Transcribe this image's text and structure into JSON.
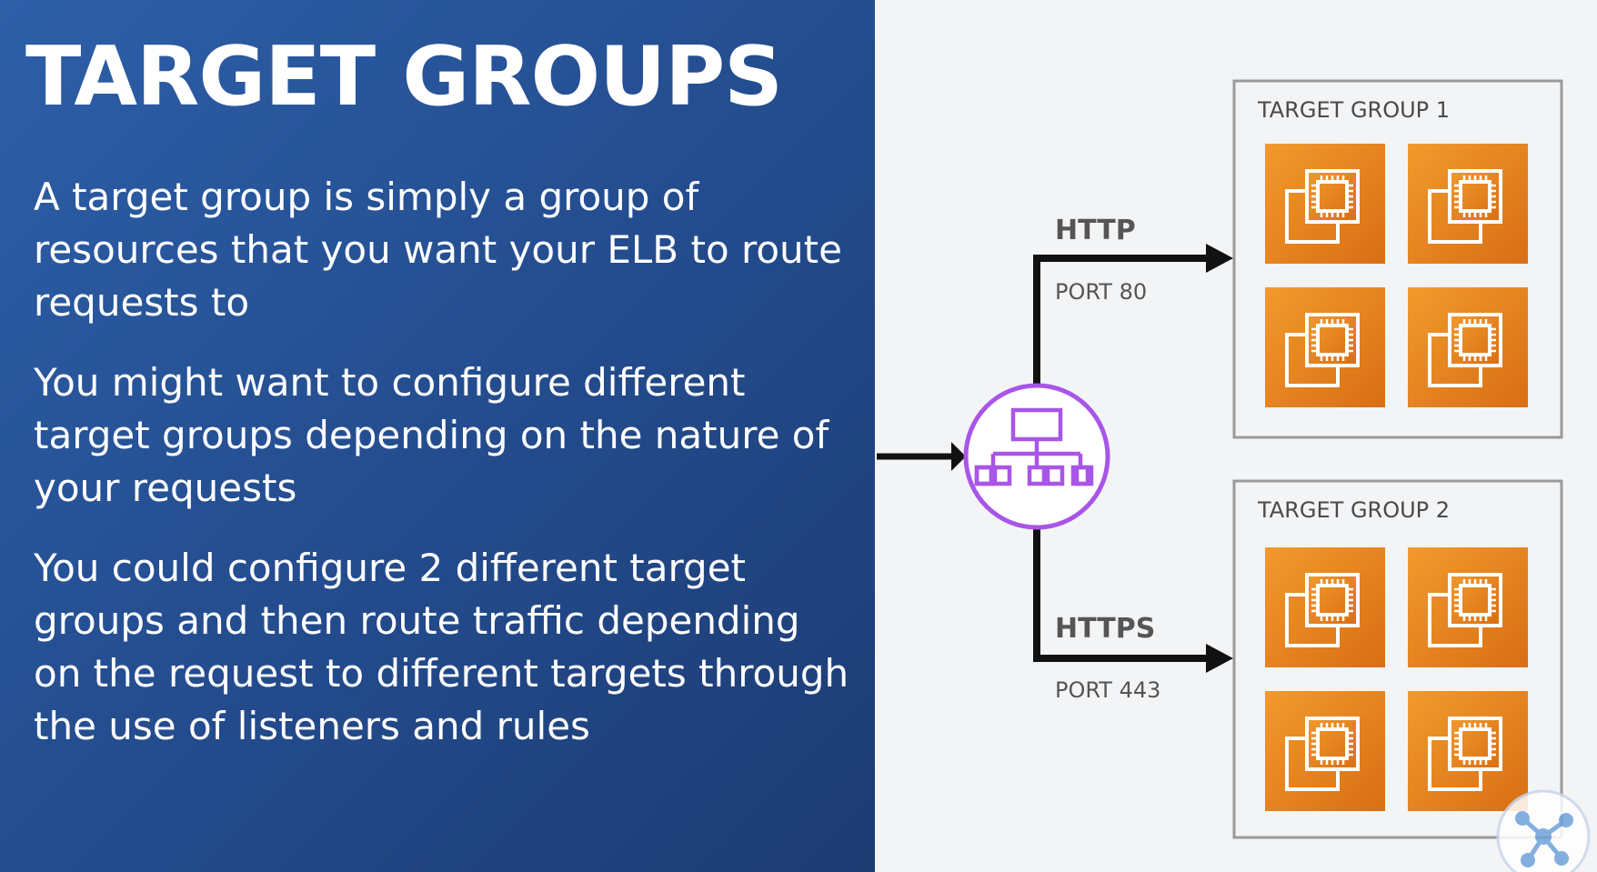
{
  "slide": {
    "title": "TARGET GROUPS",
    "paragraphs": [
      "A target group is simply a group of resources that you want your ELB to route requests to",
      "You might want to configure different target groups depending on the nature of your requests",
      "You could configure 2 different target groups and then route traffic depending on the request to different targets through the use of listeners and rules"
    ]
  },
  "diagram": {
    "load_balancer_icon": "load-balancer-icon",
    "instance_icon": "ec2-instance-icon",
    "listeners": [
      {
        "protocol": "HTTP",
        "port": "PORT 80"
      },
      {
        "protocol": "HTTPS",
        "port": "PORT 443"
      }
    ],
    "target_groups": [
      {
        "label": "TARGET GROUP 1",
        "instance_count": 4
      },
      {
        "label": "TARGET GROUP 2",
        "instance_count": 4
      }
    ]
  },
  "colors": {
    "panel_blue": "#2a5598",
    "instance_orange": "#e8841d",
    "load_balancer_purple": "#a855e8",
    "arrow": "#111111",
    "group_border": "#9a9a9a"
  }
}
